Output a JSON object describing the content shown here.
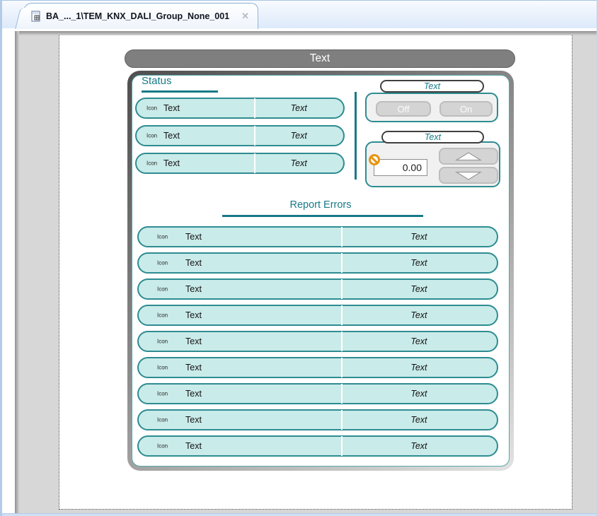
{
  "tab": {
    "title": "BA_..._1\\TEM_KNX_DALI_Group_None_001",
    "close_glyph": "✕"
  },
  "faceplate": {
    "title": "Text",
    "status": {
      "heading": "Status",
      "rows": [
        {
          "icon_label": "Icon",
          "label": "Text",
          "value": "Text"
        },
        {
          "icon_label": "Icon",
          "label": "Text",
          "value": "Text"
        },
        {
          "icon_label": "Icon",
          "label": "Text",
          "value": "Text"
        }
      ]
    },
    "switch_group": {
      "caption": "Text",
      "off_label": "Off",
      "on_label": "On"
    },
    "analog_group": {
      "caption": "Text",
      "value": "0.00"
    },
    "errors": {
      "heading": "Report Errors",
      "rows": [
        {
          "icon_label": "Icon",
          "label": "Text",
          "value": "Text"
        },
        {
          "icon_label": "Icon",
          "label": "Text",
          "value": "Text"
        },
        {
          "icon_label": "Icon",
          "label": "Text",
          "value": "Text"
        },
        {
          "icon_label": "Icon",
          "label": "Text",
          "value": "Text"
        },
        {
          "icon_label": "Icon",
          "label": "Text",
          "value": "Text"
        },
        {
          "icon_label": "Icon",
          "label": "Text",
          "value": "Text"
        },
        {
          "icon_label": "Icon",
          "label": "Text",
          "value": "Text"
        },
        {
          "icon_label": "Icon",
          "label": "Text",
          "value": "Text"
        },
        {
          "icon_label": "Icon",
          "label": "Text",
          "value": "Text"
        }
      ]
    }
  },
  "colors": {
    "teal_accent": "#177a86",
    "pill_fill": "#c9ebe9",
    "pill_border": "#2e8c91",
    "titlebar_gray": "#7f7f7f",
    "groupbox_fill": "#f1f1f1",
    "button_gray": "#d4d4d4",
    "warning_orange": "#e8940f",
    "tab_border_blue": "#8fb3da"
  }
}
